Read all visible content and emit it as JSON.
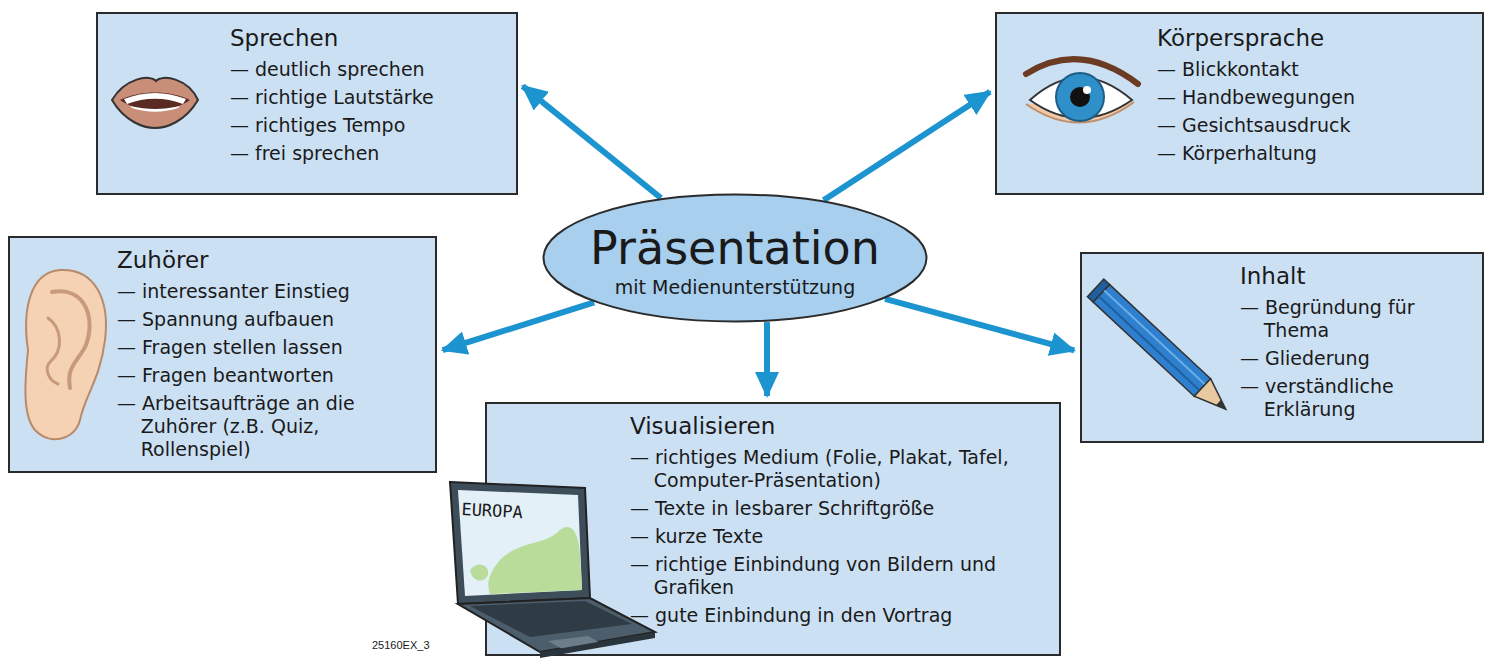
{
  "diagram": {
    "nodes": [
      {
        "text": [
          "Sprechen",
          "— deutlich sprechen",
          "— richtige Lautstärke",
          "— richtiges Tempo",
          "— frei sprechen"
        ]
      },
      {
        "text": [
          "Körpersprache",
          "— Blickkontakt",
          "— Handbewegungen",
          "— Gesichtsausdruck",
          "— Körperhaltung"
        ]
      },
      {
        "text": [
          "Präsentation",
          "mit Medienunterstützung"
        ]
      },
      {
        "text": [
          "Zuhörer",
          "— interessanter Einstieg",
          "— Spannung aufbauen",
          "— Fragen stellen lassen",
          "— Fragen beantworten",
          "— Arbeitsaufträge an die Zuhörer (z.B. Quiz, Rollenspiel)"
        ]
      },
      {
        "text": [
          "Inhalt",
          "— Begründung für Thema",
          "— Gliederung",
          "— verständliche Erklärung"
        ]
      },
      {
        "text": [
          "Visualisieren",
          "— richtiges Medium (Folie, Plakat, Tafel, Computer-Präsentation)",
          "— Texte in lesbarer Schriftgröße",
          "— kurze Texte",
          "— richtige Einbindung von Bildern und Grafiken",
          "— gute Einbindung in den Vortrag"
        ]
      }
    ],
    "edges": [
      {
        "from": 2,
        "to": 0,
        "arrow": "to"
      },
      {
        "from": 2,
        "to": 1,
        "arrow": "to"
      },
      {
        "from": 2,
        "to": 3,
        "arrow": "to"
      },
      {
        "from": 2,
        "to": 4,
        "arrow": "to"
      },
      {
        "from": 2,
        "to": 5,
        "arrow": "to"
      }
    ],
    "labels": [
      "EUROPA",
      "25160EX_3"
    ]
  }
}
